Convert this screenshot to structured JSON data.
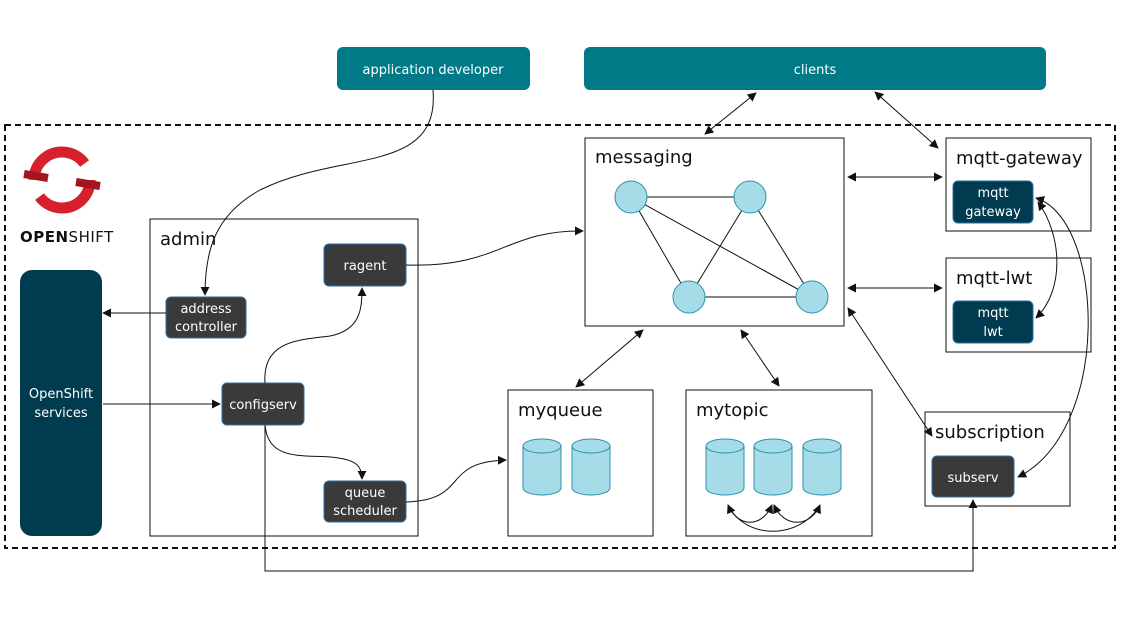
{
  "brand": {
    "name": "OPENSHIFT",
    "prefix": "OPEN",
    "suffix": "SHIFT"
  },
  "actors": {
    "app_developer": "application developer",
    "clients": "clients"
  },
  "openshift_services": {
    "line1": "OpenShift",
    "line2": "services"
  },
  "admin": {
    "title": "admin",
    "address_controller": {
      "line1": "address",
      "line2": "controller"
    },
    "ragent": "ragent",
    "configserv": "configserv",
    "queue_scheduler": {
      "line1": "queue",
      "line2": "scheduler"
    }
  },
  "messaging": {
    "title": "messaging"
  },
  "myqueue": {
    "title": "myqueue"
  },
  "mytopic": {
    "title": "mytopic"
  },
  "mqtt_gateway": {
    "title": "mqtt-gateway",
    "line1": "mqtt",
    "line2": "gateway"
  },
  "mqtt_lwt": {
    "title": "mqtt-lwt",
    "line1": "mqtt",
    "line2": "lwt"
  },
  "subscription": {
    "title": "subscription",
    "subserv": "subserv"
  },
  "colors": {
    "teal": "#007a87",
    "navy": "#003b4f",
    "service_gray": "#3a3a3a",
    "node_fill": "#a6dbe8",
    "logo_red": "#d6202b"
  }
}
